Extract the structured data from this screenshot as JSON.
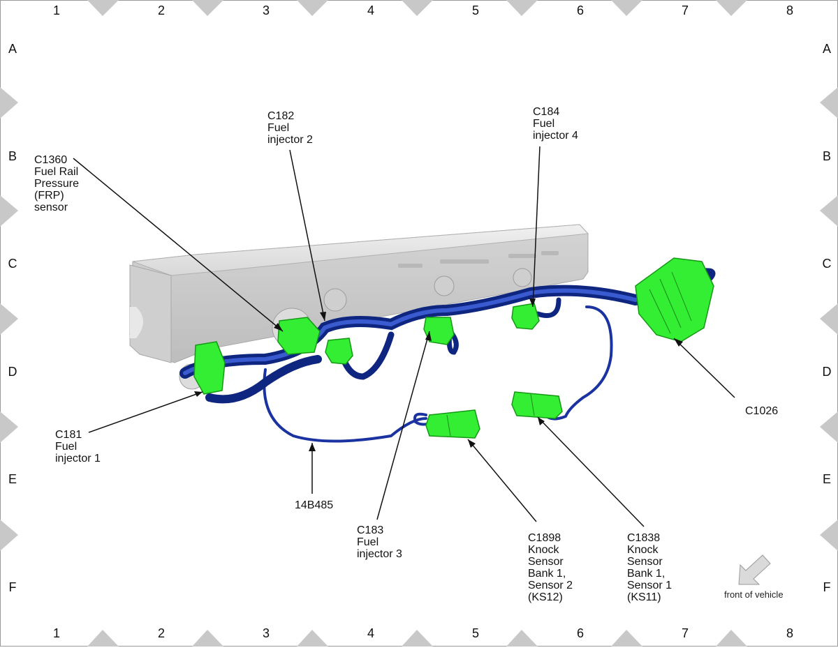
{
  "grid": {
    "columns": [
      "1",
      "2",
      "3",
      "4",
      "5",
      "6",
      "7",
      "8"
    ],
    "rows": [
      "A",
      "B",
      "C",
      "D",
      "E",
      "F"
    ]
  },
  "callouts": {
    "c1360": "C1360\nFuel Rail\nPressure\n(FRP)\nsensor",
    "c182": "C182\nFuel\ninjector 2",
    "c184": "C184\nFuel\ninjector 4",
    "c181": "C181\nFuel\ninjector 1",
    "c1026": "C1026",
    "harness": "14B485",
    "c183": "C183\nFuel\ninjector 3",
    "c1898": "C1898\nKnock\nSensor\nBank 1,\nSensor 2\n(KS12)",
    "c1838": "C1838\nKnock\nSensor\nBank 1,\nSensor 1\n(KS11)"
  },
  "orientation": {
    "label": "front of vehicle",
    "icon": "arrow-down-left-icon"
  },
  "colors": {
    "connector": "#33ee33",
    "harness": "#1a33a0",
    "rail": "#d6d6d6",
    "marker": "#c8c8c8"
  }
}
